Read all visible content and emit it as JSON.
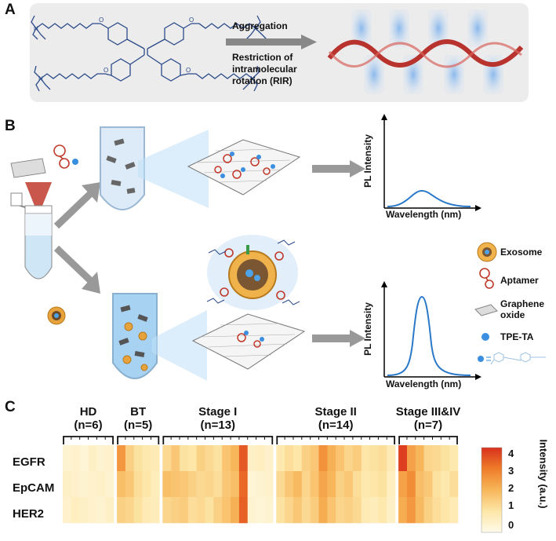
{
  "panels": {
    "a": {
      "letter": "A",
      "arrow_top": "Aggregation",
      "arrow_bottom_1": "Restriction of",
      "arrow_bottom_2": "intramolecular",
      "arrow_bottom_3": "rotation (RIR)"
    },
    "b": {
      "letter": "B",
      "plot_ylabel": "PL Intensity",
      "plot_xlabel": "Wavelength (nm)",
      "legend": [
        {
          "icon": "exosome-icon",
          "label": "Exosome"
        },
        {
          "icon": "aptamer-icon",
          "label": "Aptamer"
        },
        {
          "icon": "graphene-icon",
          "label": "Graphene oxide"
        },
        {
          "icon": "tpe-ta-icon",
          "label": "TPE-TA"
        }
      ]
    },
    "c": {
      "letter": "C",
      "colorbar_title": "Intensity (a.u.)",
      "colorbar_ticks": [
        "4",
        "3",
        "2",
        "1",
        "0"
      ]
    }
  },
  "chart_data": {
    "type": "heatmap",
    "rows": [
      "EGFR",
      "EpCAM",
      "HER2"
    ],
    "groups": [
      {
        "name": "HD",
        "n_label": "(n=6)",
        "count": 6
      },
      {
        "name": "BT",
        "n_label": "(n=5)",
        "count": 5
      },
      {
        "name": "Stage I",
        "n_label": "(n=13)",
        "count": 13
      },
      {
        "name": "Stage II",
        "n_label": "(n=14)",
        "count": 14
      },
      {
        "name": "Stage III&IV",
        "n_label": "(n=7)",
        "count": 7
      }
    ],
    "values": [
      [
        0.4,
        0.5,
        0.3,
        0.6,
        0.4,
        0.5,
        2.8,
        1.6,
        1.2,
        1.0,
        0.9,
        1.4,
        1.8,
        1.2,
        1.1,
        1.6,
        1.4,
        1.2,
        1.9,
        2.2,
        3.8,
        0.6,
        0.7,
        0.5,
        1.0,
        1.3,
        1.1,
        1.6,
        1.8,
        2.9,
        2.3,
        1.9,
        1.5,
        1.7,
        1.1,
        1.2,
        1.3,
        0.9,
        4.2,
        2.6,
        2.2,
        1.5,
        1.4,
        1.2,
        1.0
      ],
      [
        0.6,
        0.5,
        0.4,
        0.5,
        0.6,
        0.4,
        2.0,
        1.8,
        1.3,
        1.1,
        0.8,
        2.0,
        1.9,
        1.8,
        1.6,
        1.4,
        1.5,
        1.3,
        1.8,
        2.0,
        3.6,
        0.3,
        0.4,
        0.5,
        1.4,
        1.8,
        2.1,
        1.5,
        1.9,
        2.5,
        2.2,
        1.6,
        1.8,
        1.3,
        1.0,
        1.1,
        1.2,
        0.7,
        2.6,
        3.0,
        2.0,
        1.8,
        1.2,
        1.0,
        1.3
      ],
      [
        0.5,
        0.7,
        0.6,
        0.5,
        0.4,
        0.6,
        1.6,
        1.5,
        1.2,
        0.9,
        0.8,
        1.5,
        1.6,
        1.7,
        1.3,
        1.4,
        1.2,
        1.6,
        1.9,
        2.3,
        3.7,
        0.4,
        0.3,
        0.4,
        1.2,
        1.5,
        1.8,
        1.4,
        1.7,
        2.4,
        1.9,
        1.5,
        1.6,
        1.4,
        0.9,
        0.8,
        1.0,
        0.6,
        2.4,
        2.8,
        2.1,
        1.6,
        1.3,
        1.1,
        0.9
      ]
    ],
    "colorbar": {
      "min": 0,
      "max": 4.4,
      "title": "Intensity (a.u.)",
      "ticks": [
        4,
        3,
        2,
        1,
        0
      ]
    }
  }
}
